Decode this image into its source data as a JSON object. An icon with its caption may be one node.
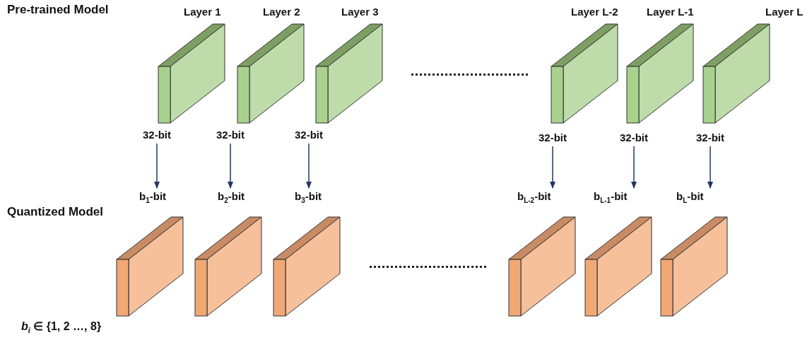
{
  "diagram": {
    "nodes": [
      {
        "text": [
          "Layer 1"
        ],
        "beside": [
          "32-bit"
        ]
      },
      {
        "text": [
          "Layer 2"
        ],
        "beside": [
          "32-bit"
        ]
      },
      {
        "text": [
          "Layer 3"
        ],
        "beside": [
          "32-bit"
        ]
      },
      {
        "text": [
          "Layer L-2"
        ],
        "beside": [
          "32-bit"
        ]
      },
      {
        "text": [
          "Layer L-1"
        ],
        "beside": [
          "32-bit"
        ]
      },
      {
        "text": [
          "Layer L"
        ],
        "beside": [
          "32-bit"
        ]
      },
      {
        "text": [
          "b$_{1}$-bit"
        ]
      },
      {
        "text": [
          "b$_{2}$-bit"
        ]
      },
      {
        "text": [
          "b$_{3}$-bit"
        ]
      },
      {
        "text": [
          "b$_{L-2}$-bit"
        ]
      },
      {
        "text": [
          "b$_{L-1}$-bit"
        ]
      },
      {
        "text": [
          "b$_{L}$-bit"
        ]
      }
    ],
    "edges": [
      {
        "from": 0,
        "to": 6,
        "arrow": "to"
      },
      {
        "from": 1,
        "to": 7,
        "arrow": "to"
      },
      {
        "from": 2,
        "to": 8,
        "arrow": "to"
      },
      {
        "from": 3,
        "to": 9,
        "arrow": "to"
      },
      {
        "from": 4,
        "to": 10,
        "arrow": "to"
      },
      {
        "from": 5,
        "to": 11,
        "arrow": "to"
      }
    ],
    "labels": [
      "Pre-trained Model",
      "Quantized Model",
      "*b*$_{i}$ ∈ {1, 2 …, 8}"
    ]
  }
}
